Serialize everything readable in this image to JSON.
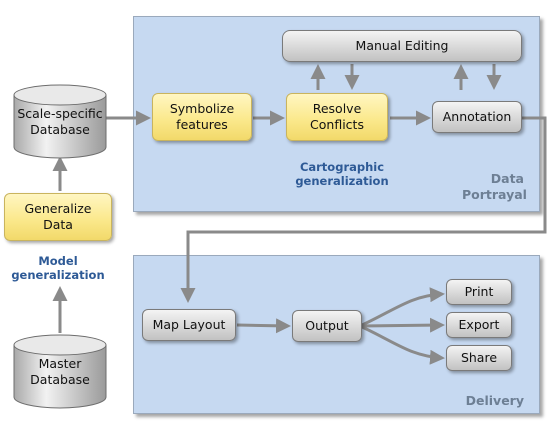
{
  "databases": {
    "scale_specific": "Scale-specific Database",
    "master": "Master Database"
  },
  "model": {
    "generalize_box": "Generalize Data",
    "caption": "Model generalization"
  },
  "portrayal": {
    "title": "Data Portrayal",
    "manual_editing": "Manual Editing",
    "symbolize": "Symbolize features",
    "resolve": "Resolve Conflicts",
    "annotation": "Annotation",
    "caption": "Cartographic generalization"
  },
  "delivery": {
    "title": "Delivery",
    "map_layout": "Map Layout",
    "output": "Output",
    "print": "Print",
    "export": "Export",
    "share": "Share"
  },
  "colors": {
    "panel": "#c6d9f1",
    "yellow_box": "#fbe98d",
    "gray_box": "#d8d8d8",
    "caption_text": "#2e5a96",
    "arrow": "#8a8a8a"
  }
}
